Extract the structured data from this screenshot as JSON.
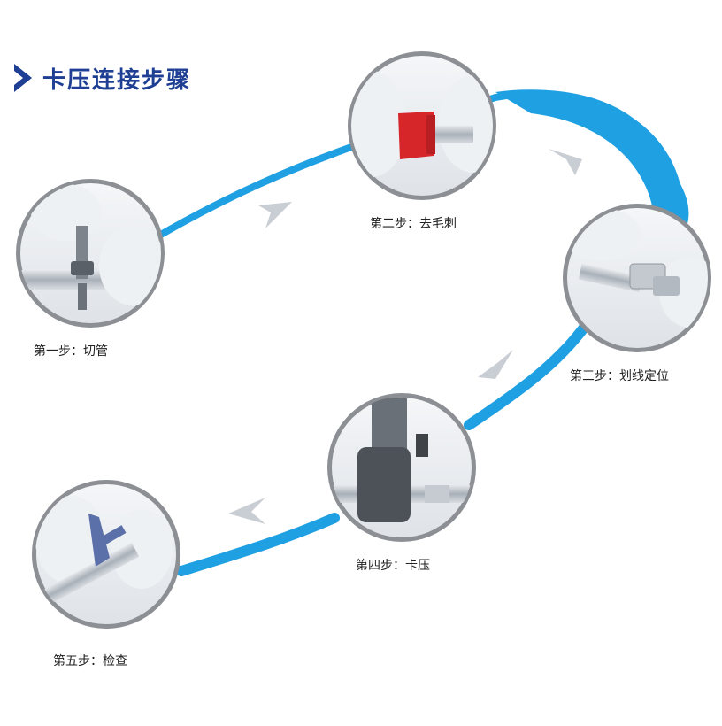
{
  "title": "卡压连接步骤",
  "colors": {
    "accent": "#1ea0e2",
    "title": "#1e3f93",
    "ring": "#8c8f94",
    "arrow": "#c9ced4",
    "glove": "#eef1f4",
    "pipe": "#b7bdc4",
    "fitting_red": "#d6262a"
  },
  "steps": [
    {
      "label": "第一步：切管",
      "icon": "pipe-cutter-icon"
    },
    {
      "label": "第二步：去毛刺",
      "icon": "deburring-tool-icon"
    },
    {
      "label": "第三步：划线定位",
      "icon": "marking-icon"
    },
    {
      "label": "第四步：卡压",
      "icon": "press-tool-icon"
    },
    {
      "label": "第五步：检查",
      "icon": "gauge-check-icon"
    }
  ]
}
